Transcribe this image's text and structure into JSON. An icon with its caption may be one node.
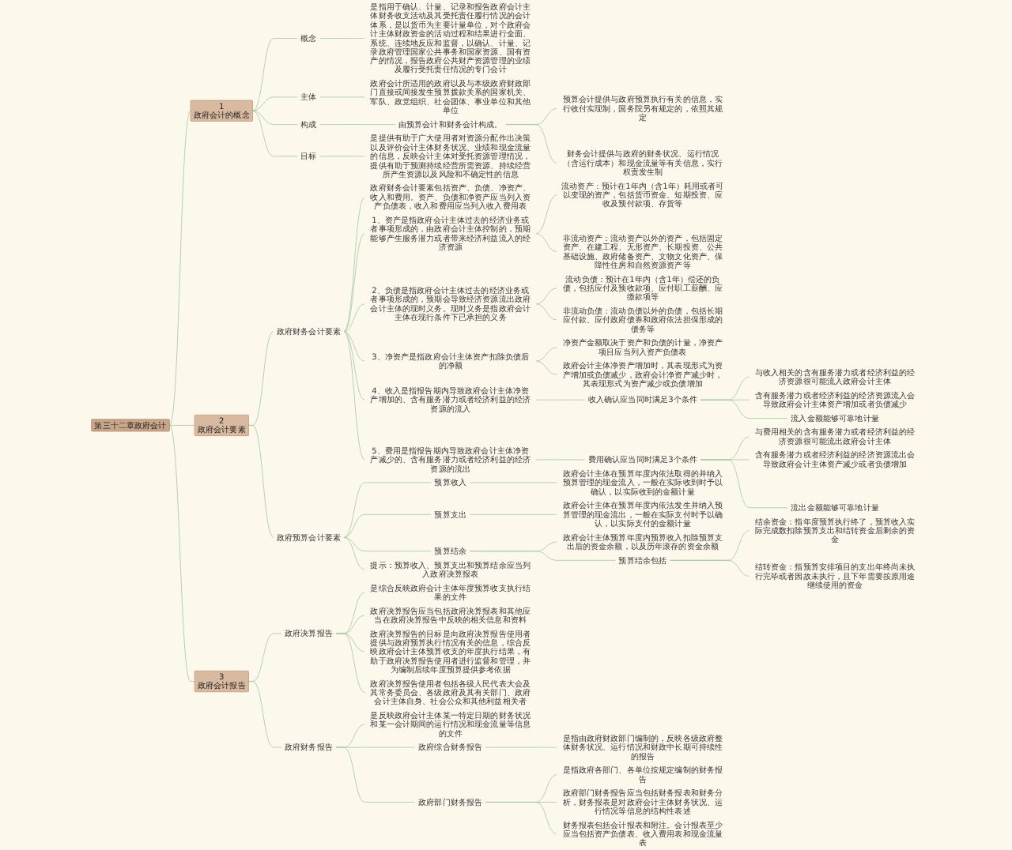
{
  "diagram": {
    "nodes": [
      {
        "text": [
          "第三十二章政府会计"
        ]
      },
      {
        "text": [
          "1",
          "政府会计的概念"
        ]
      },
      {
        "text": [
          "概念"
        ]
      },
      {
        "text": [
          "是指用于确认、计量、记录和报告政府会计主体财务收支活动及其受托责任履行情况的会计体系，是以货币为主要计量单位，对个政府会计主体财政资金的活动过程和结果进行全面、系统、连续地反应和监督，以确认、计量、记录政府管理国家公共事务和国家资源、国有资产的情况，报告政府公共财产资源管理的业绩及履行受托责任情况的专门会计"
        ]
      },
      {
        "text": [
          "主体"
        ]
      },
      {
        "text": [
          "政府会计所适用的政府以及与本级政府财政部门直接或间接发生预算拨款关系的国家机关、军队、政党组织、社会团体、事业单位和其他单位"
        ]
      },
      {
        "text": [
          "构成"
        ]
      },
      {
        "text": [
          "由预算会计和财务会计构成。"
        ]
      },
      {
        "text": [
          "预算会计提供与政府预算执行有关的信息，实行收付实现制，国务院另有规定的，依照其规定"
        ]
      },
      {
        "text": [
          "财务会计提供与政府的财务状况、运行情况（含运行成本）和现金流量等有关信息，实行权责发生制"
        ]
      },
      {
        "text": [
          "目标"
        ]
      },
      {
        "text": [
          "是提供有助于广大使用者对资源分配作出决策以及评价会计主体财务状况、业绩和现金流量的信息，反映会计主体对受托资源管理情况，提供有助于预测持续经营所需资源、持续经营所产生资源以及风险和不确定性的信息"
        ]
      },
      {
        "text": [
          "2",
          "政府会计要素"
        ]
      },
      {
        "text": [
          "政府财务会计要素"
        ]
      },
      {
        "text": [
          "政府财务会计要素包括资产、负债、净资产、收入和费用。资产、负债和净资产应当列入资产负债表，收入和费用应当列入收入费用表"
        ]
      },
      {
        "text": [
          "1、资产是指政府会计主体过去的经济业务或者事项形成的，由政府会计主体控制的，预期能够产生服务潜力或者带来经济利益流入的经济资源"
        ]
      },
      {
        "text": [
          "流动资产：预计在1年内（含1年）耗用或者可以变现的资产，包括货币资金、短期投资、应收及预付款项、存货等"
        ]
      },
      {
        "text": [
          "非流动资产：流动资产以外的资产，包括固定资产、在建工程、无形资产、长期投资、公共基础设施、政府储备资产、文物文化资产、保障性住房和自然资源资产等"
        ]
      },
      {
        "text": [
          "2、负债是指政府会计主体过去的经济业务或者事项形成的，预期会导致经济资源流出政府会计主体的现时义务。现时义务是指政府会计主体在现行条件下已承担的义务"
        ]
      },
      {
        "text": [
          "流动负债：预计在1年内（含1年）偿还的负债，包括应付及预收款项、应付职工薪酬、应缴款项等"
        ]
      },
      {
        "text": [
          "非流动负债：流动负债以外的负债，包括长期应付款、应付政府债券和政府依法担保形成的债务等"
        ]
      },
      {
        "text": [
          "3、净资产是指政府会计主体资产扣除负债后的净额"
        ]
      },
      {
        "text": [
          "净资产金额取决于资产和负债的计量，净资产项目应当列入资产负债表"
        ]
      },
      {
        "text": [
          "政府会计主体净资产增加时，其表现形式为资产增加或负债减少，政府会计净资产减少时，其表现形式为资产减少或负债增加"
        ]
      },
      {
        "text": [
          "4、收入是指报告期内导致政府会计主体净资产增加的、含有服务潜力或者经济利益的经济资源的流入"
        ]
      },
      {
        "text": [
          "收入确认应当同时满足3个条件"
        ]
      },
      {
        "text": [
          "与收入相关的含有服务潜力或者经济利益的经济资源很可能流入政府会计主体"
        ]
      },
      {
        "text": [
          "含有服务潜力或者经济利益的经济资源流入会导致政府会计主体资产增加或者负债减少"
        ]
      },
      {
        "text": [
          "流入金额能够可靠地计量"
        ]
      },
      {
        "text": [
          "5、费用是指报告期内导致政府会计主体净资产减少的、含有服务潜力或者经济利益的经济资源的流出"
        ]
      },
      {
        "text": [
          "费用确认应当同时满足3个条件"
        ]
      },
      {
        "text": [
          "与费用相关的含有服务潜力或者经济利益的经济资源很可能流出政府会计主体"
        ]
      },
      {
        "text": [
          "含有服务潜力或者经济利益的经济资源流出会导致政府会计主体资产减少或者负债增加"
        ]
      },
      {
        "text": [
          "流出金额能够可靠地计量"
        ]
      },
      {
        "text": [
          "政府预算会计要素"
        ]
      },
      {
        "text": [
          "预算收入"
        ]
      },
      {
        "text": [
          "政府会计主体在预算年度内依法取得的并纳入预算管理的现金流入，一般在实际收到时予以确认，以实际收到的金额计量"
        ]
      },
      {
        "text": [
          "预算支出"
        ]
      },
      {
        "text": [
          "政府会计主体在预算年度内依法发生并纳入预算管理的现金流出，一般在实际支付时予以确认，以实际支付的金额计量"
        ]
      },
      {
        "text": [
          "预算结余"
        ]
      },
      {
        "text": [
          "政府会计主体预算年度内预算收入扣除预算支出后的资金余额，以及历年滚存的资金余额"
        ]
      },
      {
        "text": [
          "预算结余包括"
        ]
      },
      {
        "text": [
          "结余资金：指年度预算执行终了，预算收入实际完成数扣除预算支出和结转资金后剩余的资金"
        ]
      },
      {
        "text": [
          "结转资金：指预算安排项目的支出年终尚未执行完毕或者因故未执行，且下年需要按原用途继续使用的资金"
        ]
      },
      {
        "text": [
          "提示：预算收入、预算支出和预算结余应当列入政府决算报表"
        ]
      },
      {
        "text": [
          "3",
          "政府会计报告"
        ]
      },
      {
        "text": [
          "政府决算报告"
        ]
      },
      {
        "text": [
          "是综合反映政府会计主体年度预算收支执行结果的文件"
        ]
      },
      {
        "text": [
          "政府决算报告应当包括政府决算报表和其他应当在政府决算报告中反映的相关信息和资料"
        ]
      },
      {
        "text": [
          "政府决算报告的目标是向政府决算报告使用者提供与政府预算执行情况有关的信息，综合反映政府会计主体预算收支的年度执行结果，有助于政府决算报告使用者进行监督和管理，并为编制后续年度预算提供参考依据"
        ]
      },
      {
        "text": [
          "政府决算报告使用者包括各级人民代表大会及其常务委员会、各级政府及其有关部门、政府会计主体自身、社会公众和其他利益相关者"
        ]
      },
      {
        "text": [
          "政府财务报告"
        ]
      },
      {
        "text": [
          "是反映政府会计主体某一特定日期的财务状况和某一会计期间的运行情况和现金流量等信息的文件"
        ]
      },
      {
        "text": [
          "政府综合财务报告"
        ]
      },
      {
        "text": [
          "是指由政府财政部门编制的，反映各级政府整体财务状况、运行情况和财政中长期可持续性的报告"
        ]
      },
      {
        "text": [
          "政府部门财务报告"
        ]
      },
      {
        "text": [
          "是指政府各部门、各单位按规定编制的财务报告"
        ]
      },
      {
        "text": [
          "政府部门财务报告应当包括财务报表和财务分析，财务报表是对政府会计主体财务状况、运行情况等信息的结构性表述"
        ]
      },
      {
        "text": [
          "财务报表包括会计报表和附注。会计报表至少应当包括资产负债表、收入费用表和现金流量表"
        ]
      }
    ],
    "edges": [
      {
        "from": 0,
        "to": 1,
        "arrow": "none"
      },
      {
        "from": 1,
        "to": 2,
        "arrow": "none"
      },
      {
        "from": 2,
        "to": 3,
        "arrow": "none"
      },
      {
        "from": 1,
        "to": 4,
        "arrow": "none"
      },
      {
        "from": 4,
        "to": 5,
        "arrow": "none"
      },
      {
        "from": 1,
        "to": 6,
        "arrow": "none"
      },
      {
        "from": 6,
        "to": 7,
        "arrow": "none"
      },
      {
        "from": 7,
        "to": 8,
        "arrow": "none"
      },
      {
        "from": 7,
        "to": 9,
        "arrow": "none"
      },
      {
        "from": 1,
        "to": 10,
        "arrow": "none"
      },
      {
        "from": 10,
        "to": 11,
        "arrow": "none"
      },
      {
        "from": 0,
        "to": 12,
        "arrow": "none"
      },
      {
        "from": 12,
        "to": 13,
        "arrow": "none"
      },
      {
        "from": 13,
        "to": 14,
        "arrow": "none"
      },
      {
        "from": 13,
        "to": 15,
        "arrow": "none"
      },
      {
        "from": 15,
        "to": 16,
        "arrow": "none"
      },
      {
        "from": 15,
        "to": 17,
        "arrow": "none"
      },
      {
        "from": 13,
        "to": 18,
        "arrow": "none"
      },
      {
        "from": 18,
        "to": 19,
        "arrow": "none"
      },
      {
        "from": 18,
        "to": 20,
        "arrow": "none"
      },
      {
        "from": 13,
        "to": 21,
        "arrow": "none"
      },
      {
        "from": 21,
        "to": 22,
        "arrow": "none"
      },
      {
        "from": 21,
        "to": 23,
        "arrow": "none"
      },
      {
        "from": 13,
        "to": 24,
        "arrow": "none"
      },
      {
        "from": 24,
        "to": 25,
        "arrow": "none"
      },
      {
        "from": 25,
        "to": 26,
        "arrow": "none"
      },
      {
        "from": 25,
        "to": 27,
        "arrow": "none"
      },
      {
        "from": 25,
        "to": 28,
        "arrow": "none"
      },
      {
        "from": 13,
        "to": 29,
        "arrow": "none"
      },
      {
        "from": 29,
        "to": 30,
        "arrow": "none"
      },
      {
        "from": 30,
        "to": 31,
        "arrow": "none"
      },
      {
        "from": 30,
        "to": 32,
        "arrow": "none"
      },
      {
        "from": 30,
        "to": 33,
        "arrow": "none"
      },
      {
        "from": 12,
        "to": 34,
        "arrow": "none"
      },
      {
        "from": 34,
        "to": 35,
        "arrow": "none"
      },
      {
        "from": 35,
        "to": 36,
        "arrow": "none"
      },
      {
        "from": 34,
        "to": 37,
        "arrow": "none"
      },
      {
        "from": 37,
        "to": 38,
        "arrow": "none"
      },
      {
        "from": 34,
        "to": 39,
        "arrow": "none"
      },
      {
        "from": 39,
        "to": 40,
        "arrow": "none"
      },
      {
        "from": 39,
        "to": 41,
        "arrow": "none"
      },
      {
        "from": 41,
        "to": 42,
        "arrow": "none"
      },
      {
        "from": 41,
        "to": 43,
        "arrow": "none"
      },
      {
        "from": 34,
        "to": 44,
        "arrow": "none"
      },
      {
        "from": 0,
        "to": 45,
        "arrow": "none"
      },
      {
        "from": 45,
        "to": 46,
        "arrow": "none"
      },
      {
        "from": 46,
        "to": 47,
        "arrow": "none"
      },
      {
        "from": 46,
        "to": 48,
        "arrow": "none"
      },
      {
        "from": 46,
        "to": 49,
        "arrow": "none"
      },
      {
        "from": 46,
        "to": 50,
        "arrow": "none"
      },
      {
        "from": 45,
        "to": 51,
        "arrow": "none"
      },
      {
        "from": 51,
        "to": 52,
        "arrow": "none"
      },
      {
        "from": 51,
        "to": 53,
        "arrow": "none"
      },
      {
        "from": 53,
        "to": 54,
        "arrow": "none"
      },
      {
        "from": 51,
        "to": 55,
        "arrow": "none"
      },
      {
        "from": 55,
        "to": 56,
        "arrow": "none"
      },
      {
        "from": 55,
        "to": 57,
        "arrow": "none"
      },
      {
        "from": 55,
        "to": 58,
        "arrow": "none"
      }
    ]
  }
}
